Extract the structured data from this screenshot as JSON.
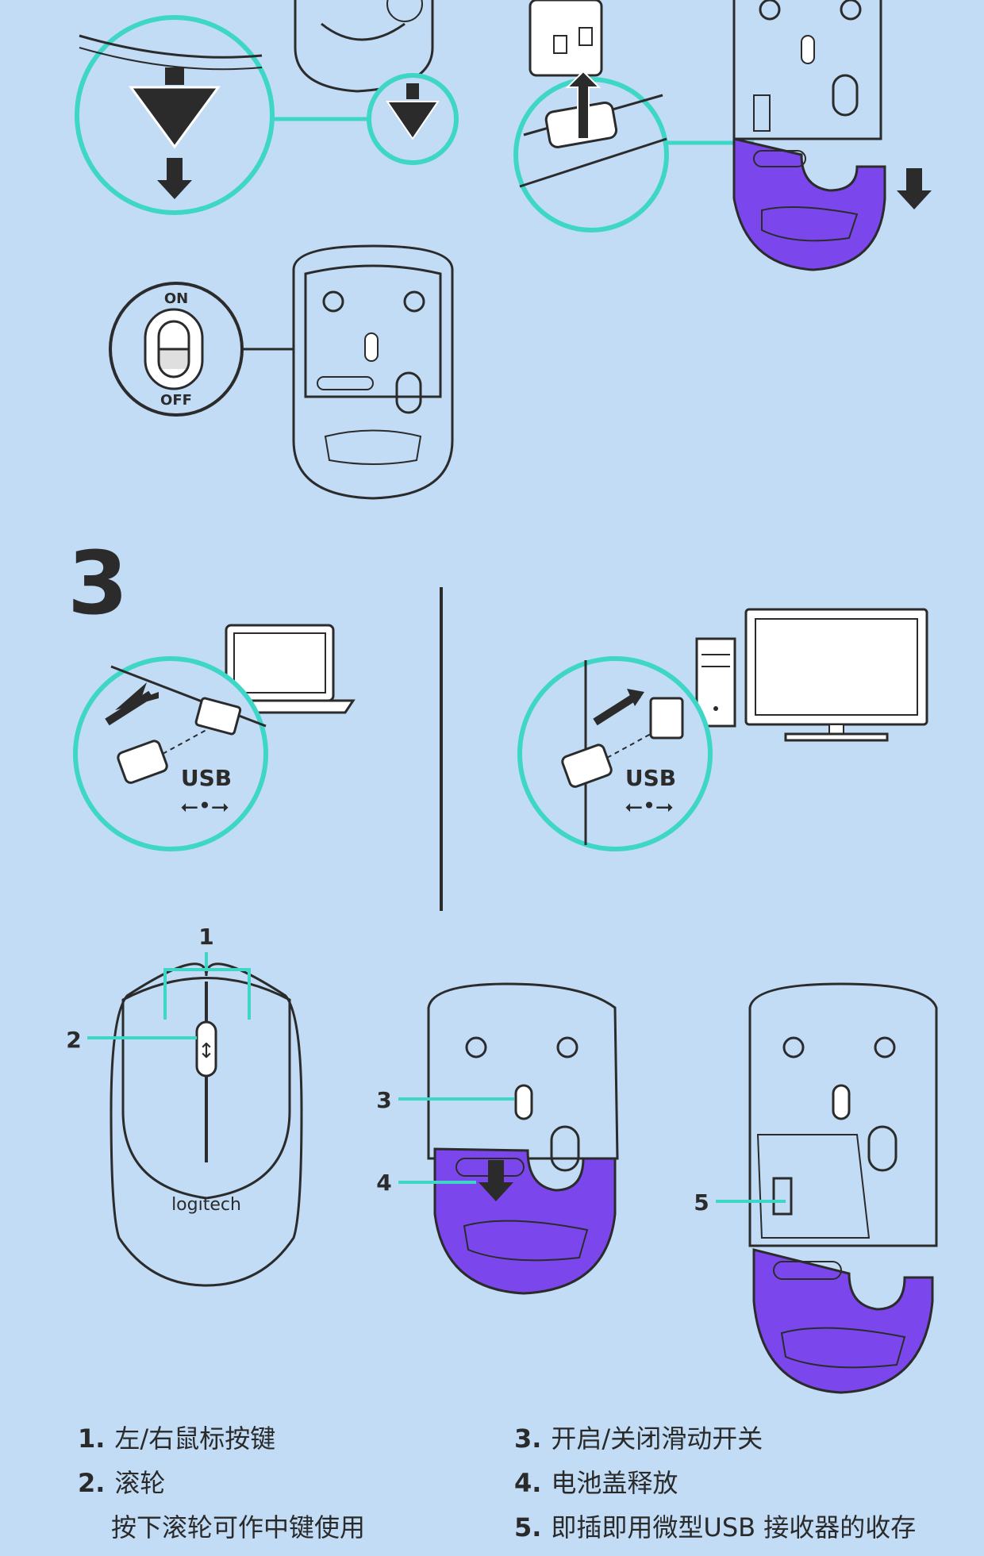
{
  "step": {
    "number": "3"
  },
  "usb_label": "USB",
  "slider_labels": {
    "on": "ON",
    "off": "OFF"
  },
  "brand": "logitech",
  "callouts": [
    "1",
    "2",
    "3",
    "4",
    "5"
  ],
  "legend": {
    "left": [
      {
        "num": "1.",
        "text": "左/右鼠标按键"
      },
      {
        "num": "2.",
        "text": "滚轮",
        "sub": "按下滚轮可作中键使用"
      }
    ],
    "right": [
      {
        "num": "3.",
        "text": "开启/关闭滑动开关"
      },
      {
        "num": "4.",
        "text": "电池盖释放"
      },
      {
        "num": "5.",
        "text": "即插即用微型USB 接收器的收存"
      }
    ]
  },
  "colors": {
    "background": "#c2dcf6",
    "accent": "#3ed6c6",
    "battery_cover": "#7b47ec",
    "line": "#2b2b2b"
  }
}
